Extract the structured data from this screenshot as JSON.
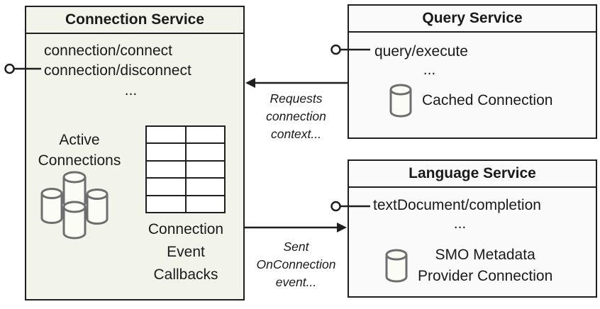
{
  "diagram": {
    "connection_service": {
      "title": "Connection Service",
      "methods": [
        "connection/connect",
        "connection/disconnect"
      ],
      "ellipsis": "...",
      "active_connections_label": "Active\nConnections",
      "callbacks_label": "Connection\nEvent\nCallbacks"
    },
    "query_service": {
      "title": "Query Service",
      "method": "query/execute",
      "ellipsis": "...",
      "cached_connection_label": "Cached Connection"
    },
    "language_service": {
      "title": "Language Service",
      "method": "textDocument/completion",
      "ellipsis": "...",
      "provider_label": "SMO Metadata\nProvider Connection"
    },
    "edges": {
      "requests_label": "Requests\nconnection\ncontext...",
      "sent_label": "Sent\nOnConnection\nevent..."
    },
    "icons": {
      "database_cluster": "database-cluster-icon",
      "database": "database-icon",
      "interface_lollipop": "lollipop-interface-icon",
      "arrow": "arrowhead-icon"
    }
  },
  "colors": {
    "connection_box_fill": "#f2f4ec",
    "service_box_fill": "#fafafa",
    "border": "#1f1f1f",
    "text": "#1a1a1a",
    "cylinder_stroke": "#6e6e6e",
    "cylinder_fill": "#fbfcf6"
  }
}
